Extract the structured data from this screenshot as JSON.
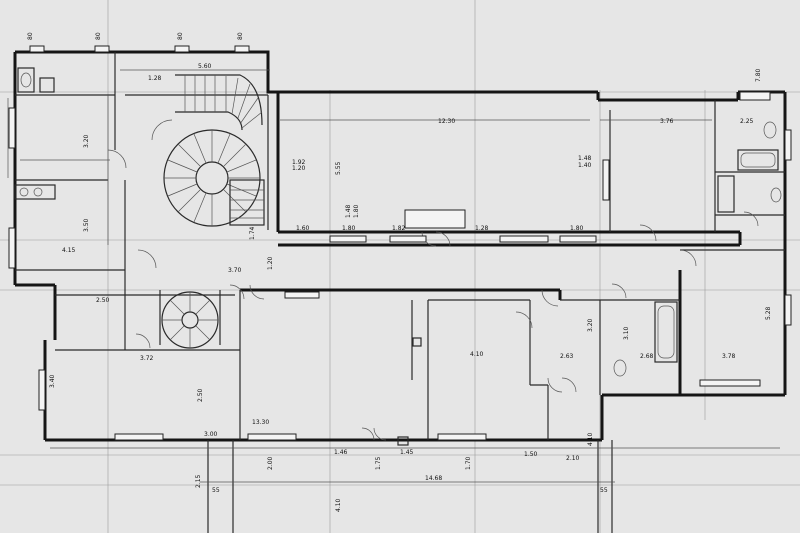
{
  "drawing": {
    "kind": "floor plan",
    "dimension_labels": {
      "top_80_a": "80",
      "top_80_b": "80",
      "top_80_c": "80",
      "top_80_d": "80",
      "top_560": "5.60",
      "top_128": "1.28",
      "top_1230": "12.30",
      "top_376": "3.76",
      "top_225": "2.25",
      "top_780": "7.80",
      "left_320": "3.20",
      "left_415": "4.15",
      "left_350": "3.50",
      "mid_555": "5.55",
      "mid_192": "1.92",
      "mid_120": "1.20",
      "mid_148": "1.48",
      "mid_180": "1.80",
      "right_148": "1.48",
      "right_140": "1.40",
      "right_310": "3.10",
      "right_378": "3.78",
      "right_528": "5.28",
      "hall_174": "1.74",
      "hall_160": "1.60",
      "hall_180a": "1.80",
      "hall_180b": "1.80",
      "hall_182": "1.82",
      "hall_128": "1.28",
      "hall_120": "1.20",
      "hall_370": "3.70",
      "room_250": "2.50",
      "room_372": "3.72",
      "room_250b": "2.50",
      "room_340": "3.40",
      "room_1330": "13.30",
      "room_300": "3.00",
      "room_410": "4.10",
      "room_263": "2.63",
      "room_320": "3.20",
      "room_268": "2.68",
      "bot_1468": "14.68",
      "bot_215": "2.15",
      "bot_410": "4.10",
      "bot_210": "2.10",
      "bot_55a": "55",
      "bot_55b": "55",
      "bot_150": "1.50",
      "bot_200": "2.00",
      "bot_146": "1.46",
      "bot_145": "1.45",
      "bot_175": "1.75",
      "bot_410b": "4.10",
      "bot_170": "1.70"
    }
  }
}
